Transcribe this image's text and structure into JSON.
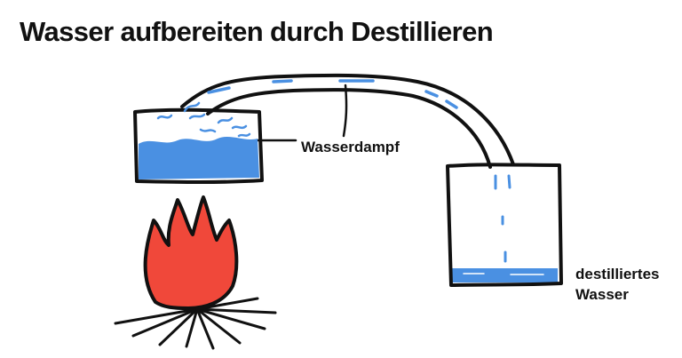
{
  "title": "Wasser aufbereiten durch Destillieren",
  "labels": {
    "vapor": "Wasserdampf",
    "distilled_line1": "destilliertes",
    "distilled_line2": "Wasser"
  },
  "colors": {
    "water": "#4a90e2",
    "fire": "#f0483a",
    "outline": "#111111"
  }
}
